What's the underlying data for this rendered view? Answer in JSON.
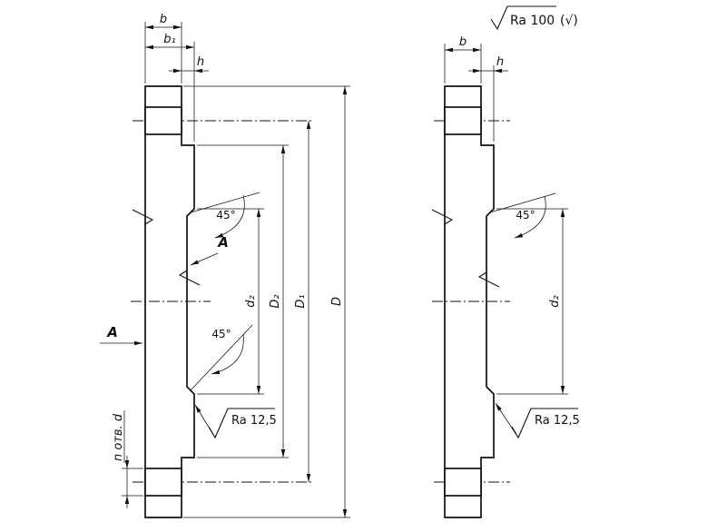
{
  "drawing": {
    "general_note": {
      "label": "Ra 100",
      "paren": "(√)"
    },
    "left": {
      "b": "b",
      "b1": "b₁",
      "h": "h",
      "angle_top": "45°",
      "angle_bottom": "45°",
      "d2": "d₂",
      "D2": "D₂",
      "D1": "D₁",
      "D": "D",
      "holes": "n отв. d",
      "section_a": "А",
      "section_b": "А",
      "roughness": "Ra 12,5"
    },
    "right": {
      "b": "b",
      "h": "h",
      "angle_top": "45°",
      "d2": "d₂",
      "roughness": "Ra 12,5"
    }
  }
}
